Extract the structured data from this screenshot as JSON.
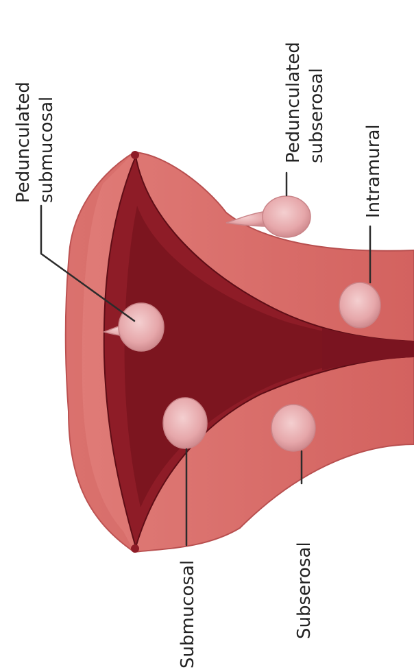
{
  "diagram": {
    "labels": {
      "pedunculated_submucosal_line1": "Pedunculated",
      "pedunculated_submucosal_line2": "submucosal",
      "pedunculated_subserosal_line1": "Pedunculated",
      "pedunculated_subserosal_line2": "subserosal",
      "intramural": "Intramural",
      "submucosal": "Submucosal",
      "subserosal": "Subserosal"
    },
    "colors": {
      "uterine_wall": "#d9706c",
      "uterine_wall_edge": "#b84f4f",
      "cavity": "#8e1c27",
      "cavity_dark": "#6e1019",
      "fibroid": "#e9aeb0",
      "fibroid_edge": "#c98488",
      "label_text": "#222222",
      "leader_line": "#2b2b2b"
    }
  }
}
